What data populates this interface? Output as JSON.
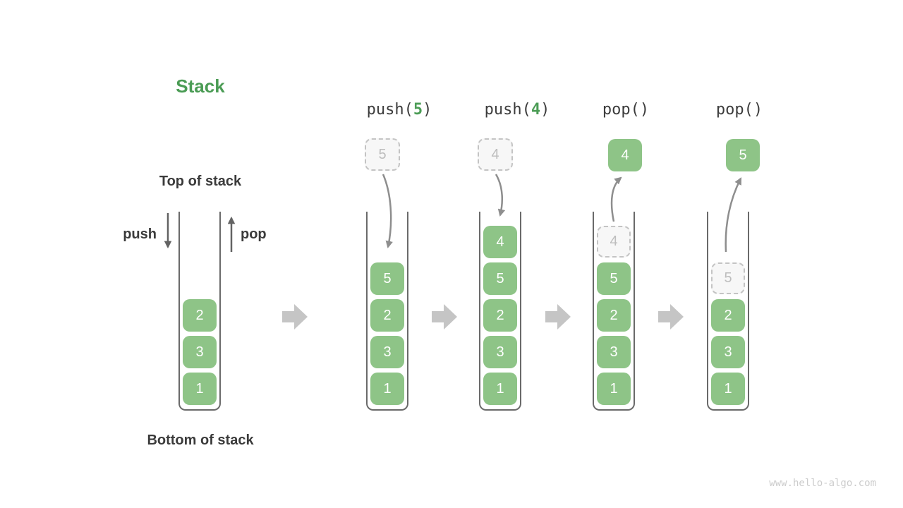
{
  "title": "Stack",
  "labels": {
    "top_of_stack": "Top of stack",
    "bottom_of_stack": "Bottom of stack",
    "push": "push",
    "pop": "pop"
  },
  "operations": [
    {
      "prefix": "push(",
      "arg": "5",
      "suffix": ")"
    },
    {
      "prefix": "push(",
      "arg": "4",
      "suffix": ")"
    },
    {
      "prefix": "pop(",
      "arg": "",
      "suffix": ")"
    },
    {
      "prefix": "pop(",
      "arg": "",
      "suffix": ")"
    }
  ],
  "stages": [
    {
      "name": "initial",
      "cells": [
        "2",
        "3",
        "1"
      ]
    },
    {
      "name": "after-push-5",
      "incoming": "5",
      "cells": [
        "5",
        "2",
        "3",
        "1"
      ]
    },
    {
      "name": "after-push-4",
      "incoming": "4",
      "cells": [
        "4",
        "5",
        "2",
        "3",
        "1"
      ]
    },
    {
      "name": "after-pop-4",
      "outgoing": "4",
      "ghost": "4",
      "cells": [
        "5",
        "2",
        "3",
        "1"
      ]
    },
    {
      "name": "after-pop-5",
      "outgoing": "5",
      "ghost": "5",
      "cells": [
        "2",
        "3",
        "1"
      ]
    }
  ],
  "colors": {
    "cell_green": "#8EC487",
    "accent_green": "#4B9C55",
    "text_dark": "#3B3B3B",
    "ghost_grey": "#BDBDBD",
    "arrow_grey": "#8E8E8E",
    "step_arrow_grey": "#C5C5C5"
  },
  "watermark": "www.hello-algo.com"
}
